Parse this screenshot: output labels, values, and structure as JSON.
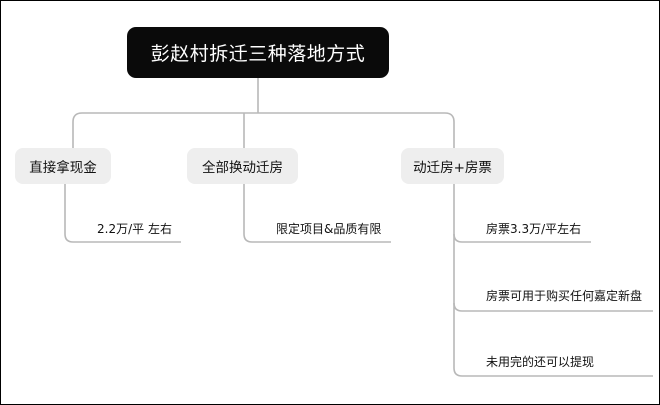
{
  "root": {
    "label": "彭赵村拆迁三种落地方式"
  },
  "branches": [
    {
      "label": "直接拿现金",
      "leaves": [
        "2.2万/平 左右"
      ]
    },
    {
      "label": "全部换动迁房",
      "leaves": [
        "限定项目&品质有限"
      ]
    },
    {
      "label": "动迁房+房票",
      "leaves": [
        "房票3.3万/平左右",
        "房票可用于购买任何嘉定新盘",
        "未用完的还可以提现"
      ]
    }
  ],
  "colors": {
    "root_bg": "#0a0a0a",
    "branch_bg": "#eeeeee",
    "line": "#b8b8b8"
  }
}
